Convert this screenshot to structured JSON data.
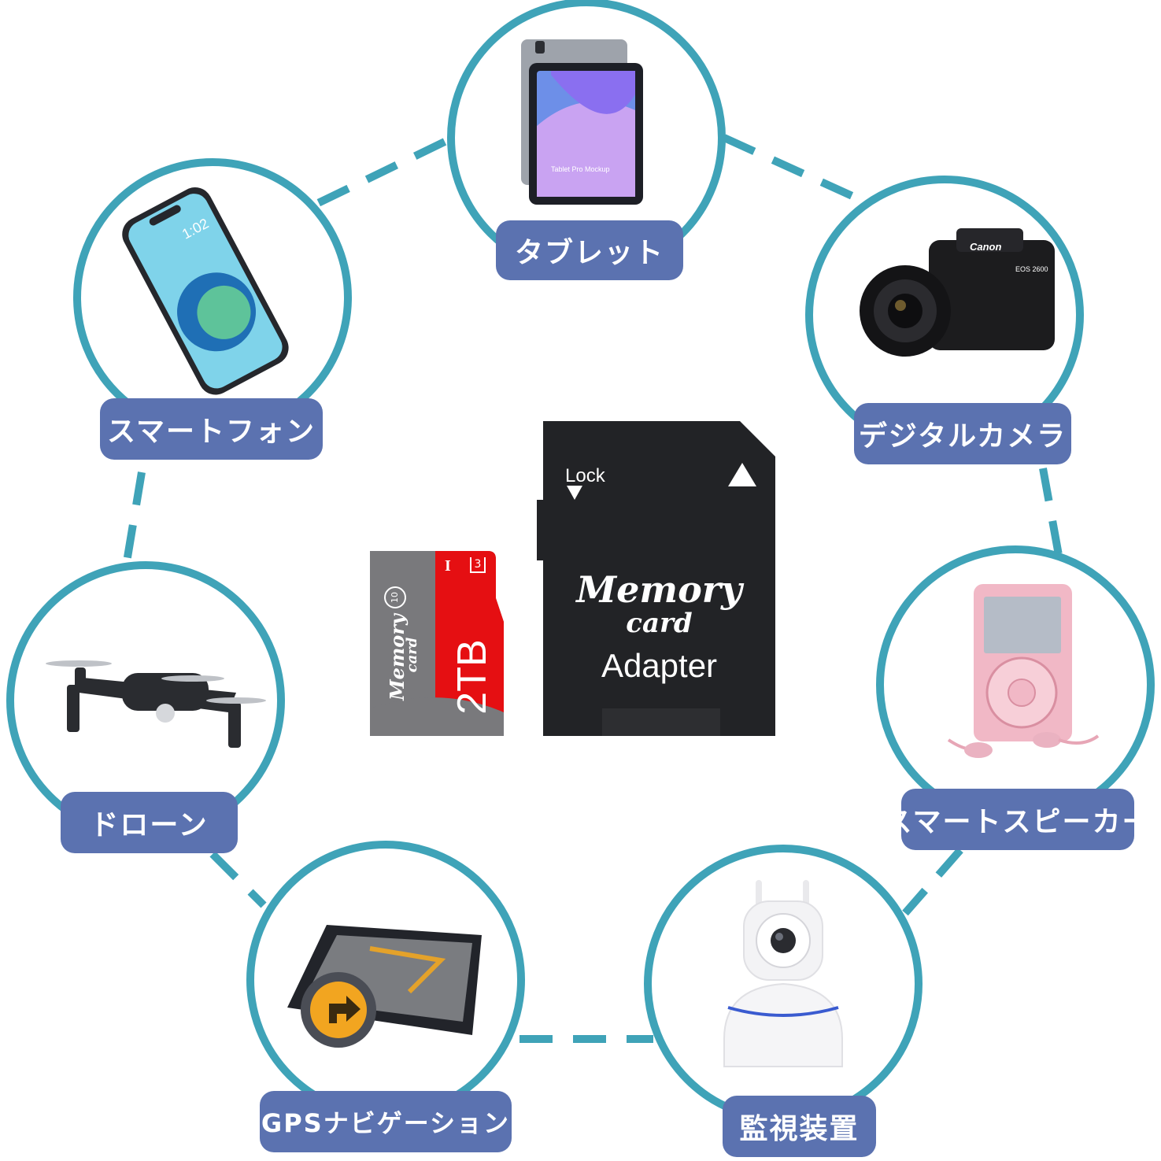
{
  "theme": {
    "ring_color": "#3fa3b8",
    "label_bg": "#5b72b0",
    "label_text": "#ffffff"
  },
  "devices": [
    {
      "label": "タブレット",
      "icon": "tablet-icon"
    },
    {
      "label": "デジタルカメラ",
      "icon": "camera-icon"
    },
    {
      "label": "スマートスピーカー",
      "icon": "music-player-icon"
    },
    {
      "label": "監視装置",
      "icon": "security-camera-icon"
    },
    {
      "label": "GPSナビゲーション",
      "icon": "gps-navigator-icon"
    },
    {
      "label": "ドローン",
      "icon": "drone-icon"
    },
    {
      "label": "スマートフォン",
      "icon": "smartphone-icon"
    }
  ],
  "phone_screen": {
    "time": "1:02"
  },
  "tablet_screen": {
    "title": "Tablet Pro Mockup"
  },
  "camera": {
    "brand": "Canon",
    "model": "EOS 2600"
  },
  "microsd": {
    "capacity": "2TB",
    "brand_line1": "Memory",
    "brand_line2": "card",
    "class_mark": "10",
    "uhs_mark": "I",
    "speed_mark": "3"
  },
  "adapter": {
    "lock_label": "Lock",
    "line1": "Memory",
    "line2": "card",
    "line3": "Adapter"
  }
}
